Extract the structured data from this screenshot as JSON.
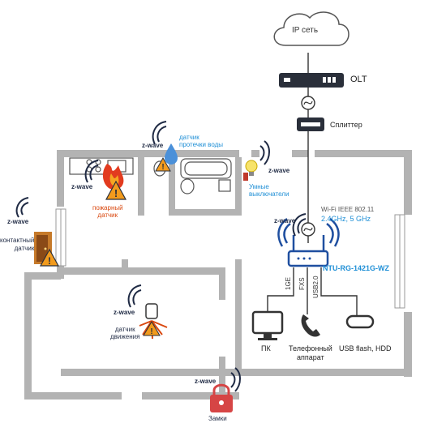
{
  "network": {
    "cloud_label": "IP сеть",
    "olt_label": "OLT",
    "splitter_label": "Сплиттер",
    "wifi_standard": "Wi-Fi IEEE 802.11",
    "wifi_bands": "2.4GHz, 5 GHz",
    "router_model": "NTU-RG-1421G-WZ",
    "ports": [
      "1GE",
      "FXS",
      "USB2.0"
    ],
    "devices": [
      "ПК",
      "Телефонный",
      "аппарат",
      "USB flash, HDD"
    ]
  },
  "zwave": {
    "label": "z-wave"
  },
  "sensors": {
    "water": [
      "датчик",
      "протечки воды"
    ],
    "switch": [
      "Умные",
      "выключатели"
    ],
    "fire": [
      "пожарный",
      "датчик"
    ],
    "door": [
      "контактный",
      "датчик"
    ],
    "motion": [
      "датчик",
      "движения"
    ],
    "lock": "Замки"
  },
  "colors": {
    "accent_blue": "#1f8fd6",
    "router_blue": "#1f4fa0",
    "warning_orange": "#f29b1d",
    "alert_red": "#d9480f",
    "wall_gray": "#b3b3b3"
  }
}
